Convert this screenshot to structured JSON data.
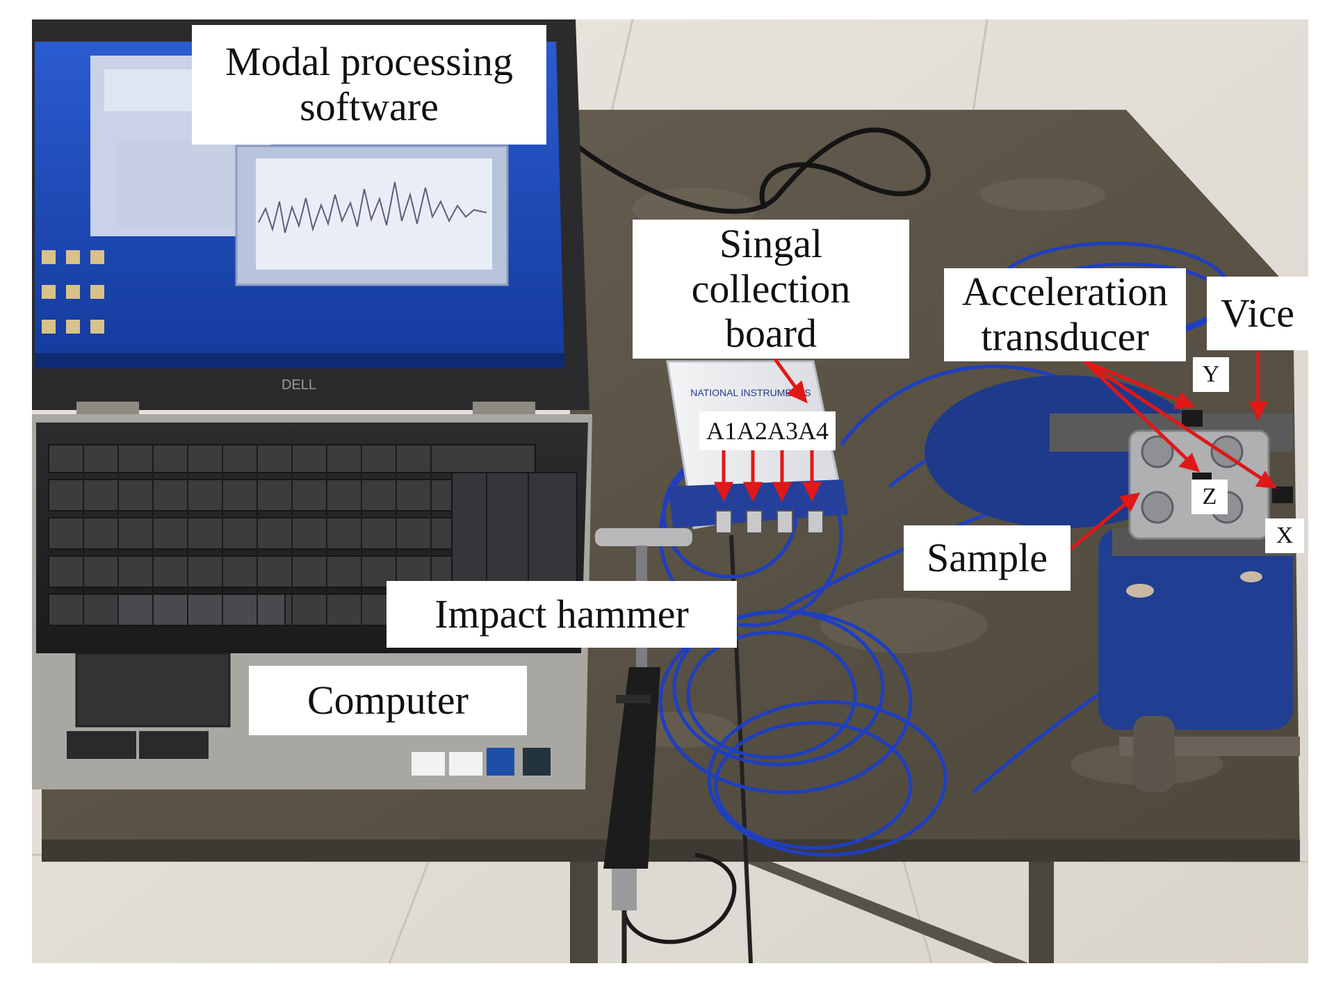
{
  "labels": {
    "software": "Modal processing\nsoftware",
    "board": "Singal\ncollection\nboard",
    "channels": "A1A2A3A4",
    "transducer": "Acceleration\ntransducer",
    "vice": "Vice",
    "axis_y": "Y",
    "axis_z": "Z",
    "axis_x": "X",
    "sample": "Sample",
    "hammer": "Impact hammer",
    "computer": "Computer"
  },
  "device_text": {
    "laptop_brand": "DELL",
    "board_brand": "NATIONAL INSTRUMENTS"
  },
  "colors": {
    "arrow": "#e01818",
    "cable": "#1f3fc0",
    "desk": "#5f574a",
    "screen": "#1d48b8",
    "vice": "#1e3a8a"
  }
}
